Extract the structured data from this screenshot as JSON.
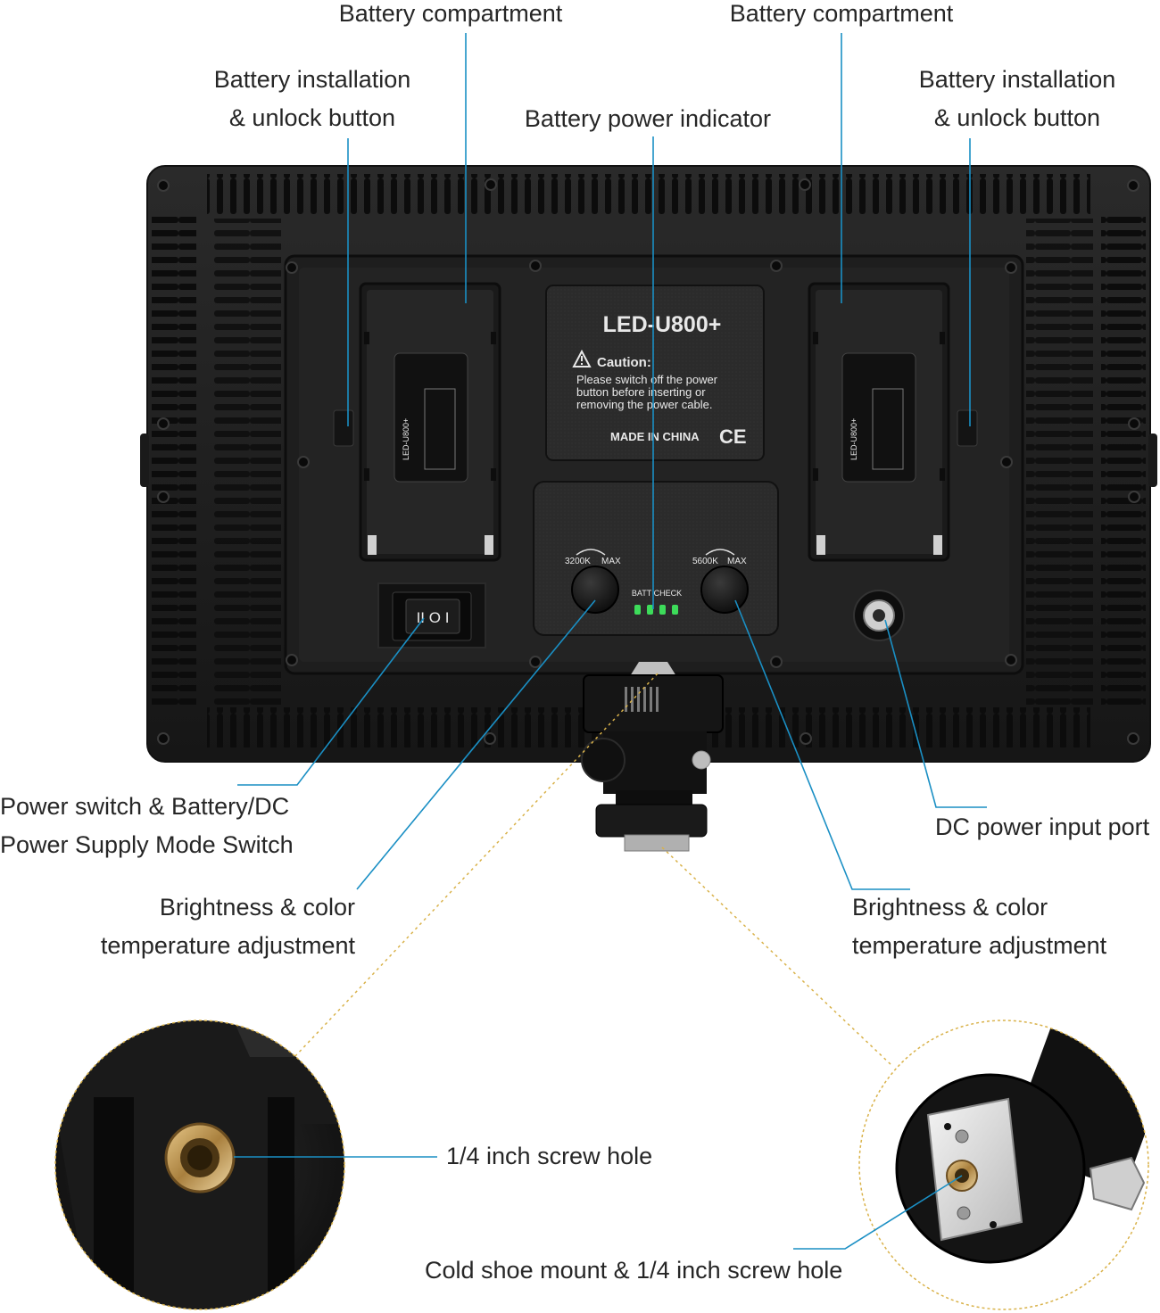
{
  "callouts": {
    "battery_compartment_left": "Battery compartment",
    "battery_compartment_right": "Battery compartment",
    "battery_install_left": [
      "Battery installation",
      "& unlock button"
    ],
    "battery_install_right": [
      "Battery installation",
      "& unlock button"
    ],
    "battery_power_indicator": "Battery power indicator",
    "power_switch": [
      "Power switch & Battery/DC",
      "Power Supply Mode Switch"
    ],
    "dc_power_input": "DC power input port",
    "brightness_left": [
      "Brightness & color",
      "temperature adjustment"
    ],
    "brightness_right": [
      "Brightness & color",
      "temperature adjustment"
    ],
    "screw_hole": "1/4 inch screw hole",
    "cold_shoe": "Cold shoe mount & 1/4 inch screw hole"
  },
  "device": {
    "model": "LED-U800+",
    "caution_title": "Caution:",
    "caution_lines": [
      "Please switch off the power",
      "button before inserting or",
      "removing the power cable."
    ],
    "made_in": "MADE IN CHINA",
    "ce_mark": "CE",
    "knob_left_min": "3200K",
    "knob_left_max": "MAX",
    "knob_right_min": "5600K",
    "knob_right_max": "MAX",
    "batt_check": "BATT CHECK",
    "switch_symbol": "II O I",
    "battery_plate_label": "LED-U800+",
    "indicator_color": "#3ddc5a",
    "callout_line_color": "#1a8fc4",
    "dotted_line_color": "#d9b24a"
  }
}
